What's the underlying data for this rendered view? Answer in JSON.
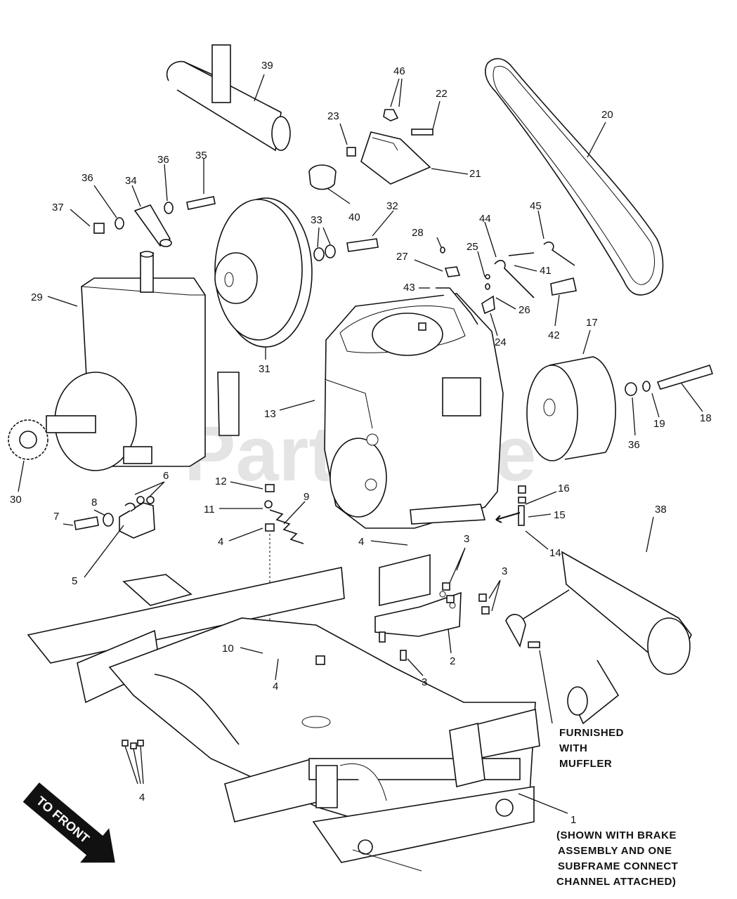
{
  "watermark": "PartsTree",
  "watermark_mark": "™",
  "callouts": [
    "39",
    "46",
    "22",
    "23",
    "20",
    "21",
    "36",
    "34",
    "36",
    "35",
    "37",
    "40",
    "33",
    "32",
    "28",
    "44",
    "45",
    "25",
    "41",
    "27",
    "43",
    "26",
    "29",
    "42",
    "24",
    "17",
    "31",
    "13",
    "18",
    "19",
    "36",
    "30",
    "12",
    "6",
    "16",
    "8",
    "11",
    "9",
    "15",
    "7",
    "4",
    "4",
    "3",
    "14",
    "38",
    "5",
    "3",
    "10",
    "2",
    "3",
    "4",
    "4",
    "1"
  ],
  "notes": {
    "furnished": [
      "FURNISHED",
      "WITH",
      "MUFFLER"
    ],
    "shown_with": [
      "(SHOWN WITH BRAKE",
      "ASSEMBLY AND ONE",
      "SUBFRAME CONNECT",
      "CHANNEL ATTACHED)"
    ]
  },
  "front_arrow": "TO FRONT"
}
